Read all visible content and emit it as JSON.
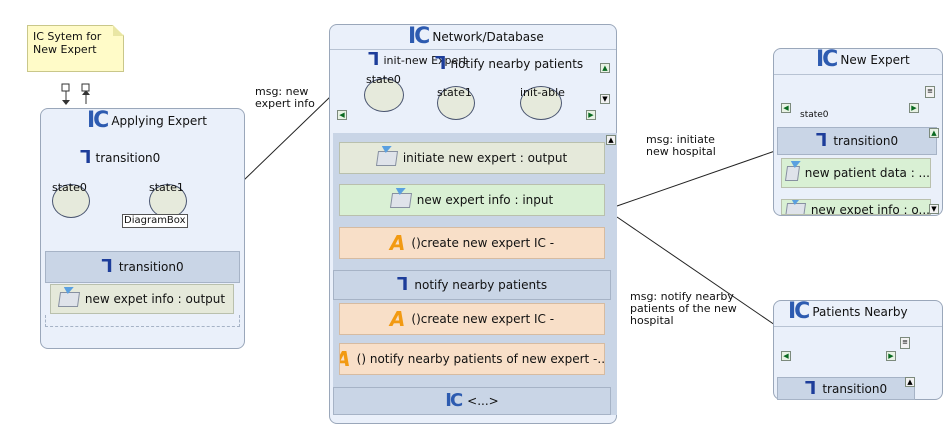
{
  "note": {
    "line1": "IC Sytem for",
    "line2": "New Expert"
  },
  "messages": {
    "m1a": "msg: new",
    "m1b": "expert info",
    "m2a": "msg: initiate",
    "m2b": "new hospital",
    "m3a": "msg: notify nearby",
    "m3b": "patients of the new",
    "m3c": "hospital"
  },
  "ic_glyph": "IC",
  "transition_glyph": "Ꞁ",
  "applying_expert": {
    "title": "Applying Expert",
    "transition_top": "transition0",
    "state0": "state0",
    "state1": "state1",
    "diagram_box": "DiagramBox",
    "transition_band": "transition0",
    "row": "new expet info : output"
  },
  "network": {
    "title": "Network/Database",
    "transition_a": "init-new Expert",
    "transition_b": "notify nearby patients",
    "state0": "state0",
    "state1": "state1",
    "state2": "init-able",
    "rows": [
      "initiate new expert : output",
      "new expert info : input",
      "()create new expert IC -"
    ],
    "band2": "notify nearby patients",
    "rows2": [
      "()create new expert IC -",
      "() notify nearby patients of new expert -..."
    ],
    "bottom": "<...>"
  },
  "new_expert": {
    "title": "New Expert",
    "state_partial": "state0",
    "band": "transition0",
    "rows": [
      "new patient data : ...",
      "new expet info : o..."
    ]
  },
  "patients_nearby": {
    "title": "Patients Nearby",
    "band": "transition0"
  }
}
